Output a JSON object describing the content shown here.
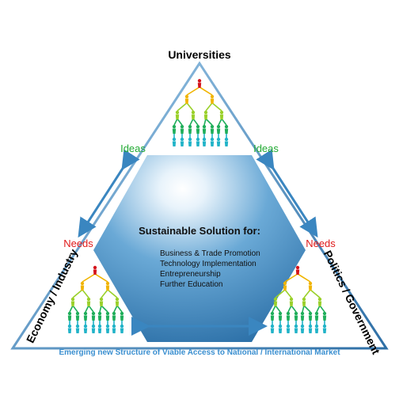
{
  "diagram": {
    "top_label": "Universities",
    "left_label": "Economy / Industry",
    "right_label": "Politics / Government",
    "bottom_label": "Emerging new Structure of Viable Access to National / International Market",
    "edge_labels": {
      "ideas_left": "Ideas",
      "ideas_right": "Ideas",
      "needs_left": "Needs",
      "needs_right": "Needs"
    },
    "center": {
      "title": "Sustainable Solution for:",
      "items": [
        "Business & Trade Promotion",
        "Technology Implementation",
        "Entrepreneurship",
        "Further Education"
      ]
    },
    "colors": {
      "hexagon": "#2f7fb8",
      "triangle_edge": "#2e6fa6",
      "arrow": "#3a86c0",
      "ideas_text": "#22aa33",
      "needs_text": "#e01a1a",
      "bottom_text": "#3a8fd0",
      "tree_levels": [
        "#d4141c",
        "#f0b400",
        "#9ad02a",
        "#1fae5a",
        "#21b3c8"
      ]
    },
    "icons": [
      "org-tree-icon-top",
      "org-tree-icon-left",
      "org-tree-icon-right"
    ]
  }
}
